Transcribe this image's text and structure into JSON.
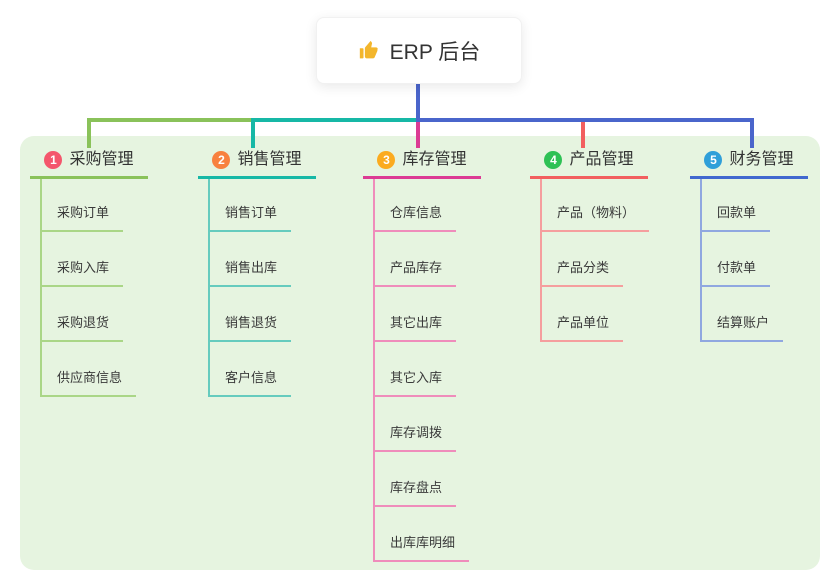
{
  "root": {
    "icon": "thumbs-up",
    "label": "ERP 后台"
  },
  "branches": [
    {
      "badge": "1",
      "label": "采购管理",
      "badge_color": "#f4566c",
      "line_color": "#8ac25a",
      "child_line_color": "#aad687",
      "children": [
        "采购订单",
        "采购入库",
        "采购退货",
        "供应商信息"
      ]
    },
    {
      "badge": "2",
      "label": "销售管理",
      "badge_color": "#f8813f",
      "line_color": "#17b8a6",
      "child_line_color": "#66cbbe",
      "children": [
        "销售订单",
        "销售出库",
        "销售退货",
        "客户信息"
      ]
    },
    {
      "badge": "3",
      "label": "库存管理",
      "badge_color": "#fbab1f",
      "line_color": "#dc3b94",
      "child_line_color": "#ef8cbb",
      "children": [
        "仓库信息",
        "产品库存",
        "其它出库",
        "其它入库",
        "库存调拨",
        "库存盘点",
        "出库库明细"
      ]
    },
    {
      "badge": "4",
      "label": "产品管理",
      "badge_color": "#2ec155",
      "line_color": "#f25f5f",
      "child_line_color": "#f59e9e",
      "children": [
        "产品（物料）",
        "产品分类",
        "产品单位"
      ]
    },
    {
      "badge": "5",
      "label": "财务管理",
      "badge_color": "#2f9fd9",
      "line_color": "#4168cf",
      "child_line_color": "#90a7e0",
      "children": [
        "回款单",
        "付款单",
        "结算账户"
      ]
    }
  ],
  "connectors": {
    "root_stem": "#4a65cb",
    "h_green": "#8ac25a",
    "h_teal": "#17b8a6",
    "h_blue": "#4a65cb",
    "drop_green": "#8ac25a",
    "drop_teal": "#17b8a6",
    "drop_magenta": "#dc3b94",
    "drop_red": "#f25f5f",
    "drop_blue": "#4a65cb"
  },
  "colors": {
    "panel_bg": "#e6f4e0",
    "text": "#333333",
    "icon_yellow": "#f3b62c"
  }
}
